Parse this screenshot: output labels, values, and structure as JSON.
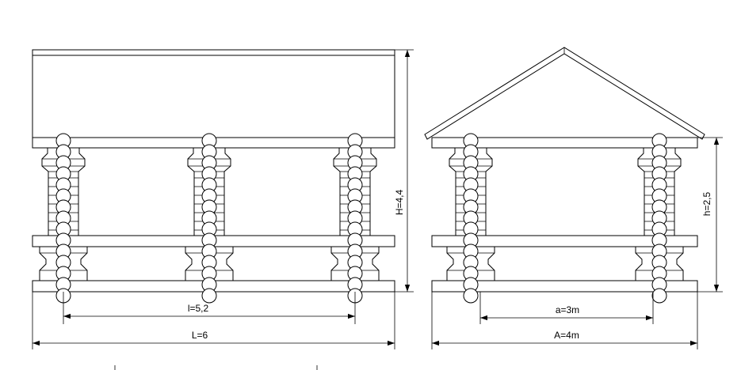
{
  "front_view": {
    "dim_span_label": "l=5,2",
    "dim_total_label": "L=6",
    "dim_height_label": "H=4,4"
  },
  "side_view": {
    "dim_span_label": "a=3m",
    "dim_total_label": "A=4m",
    "dim_height_label": "h=2,5"
  }
}
